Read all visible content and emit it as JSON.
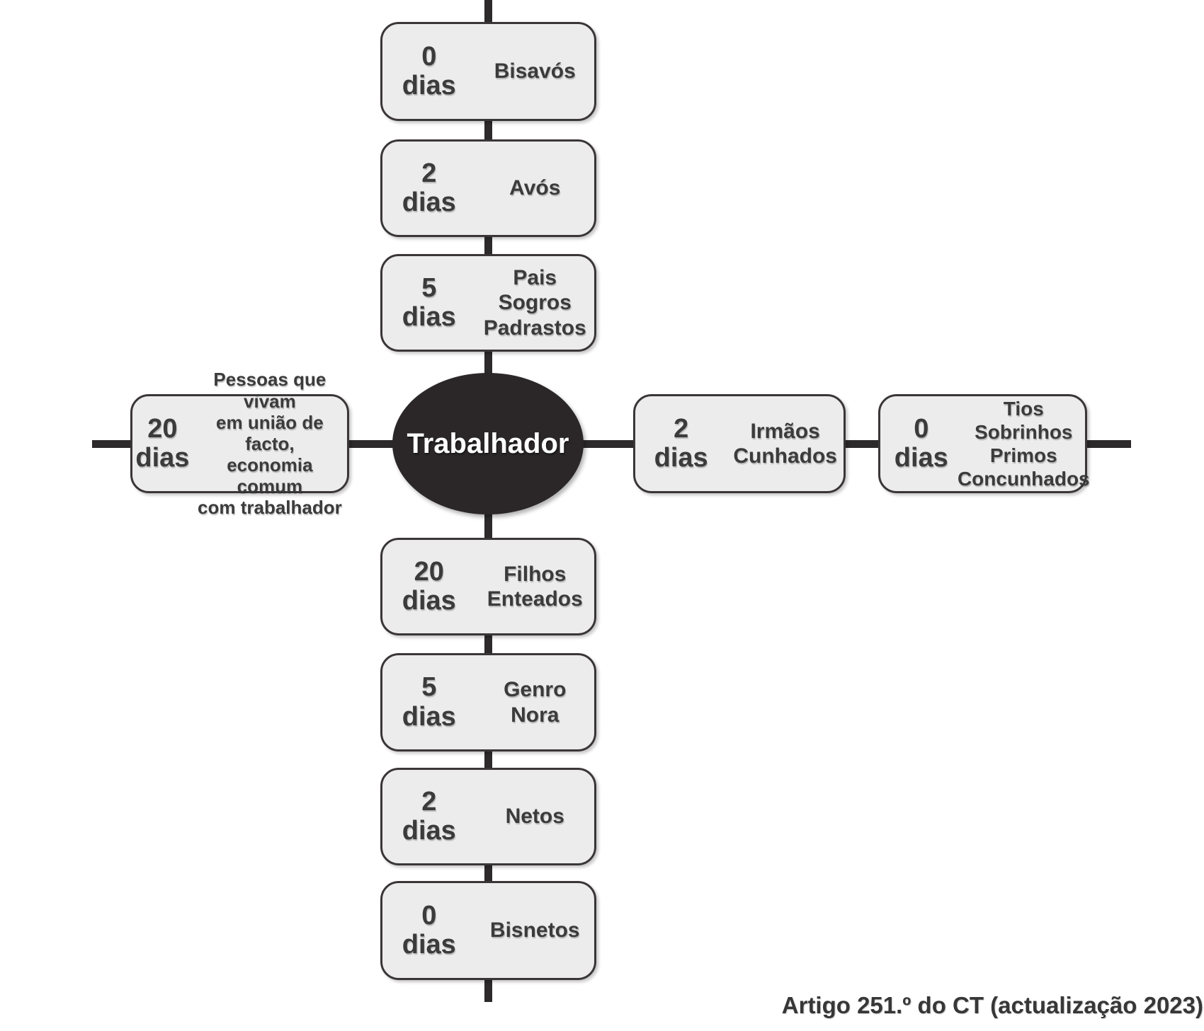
{
  "diagram": {
    "center": {
      "label": "Trabalhador"
    },
    "footer": "Artigo 251.º do CT (actualização 2023)",
    "colors": {
      "line": "#2d2a2b",
      "box_border": "#3a3637",
      "box_bg": "#ececec",
      "text": "#3b3b3b",
      "ellipse_bg": "#2b2728",
      "ellipse_text": "#ffffff"
    },
    "nodes": {
      "bisavos": {
        "days": "0",
        "unit": "dias",
        "lines": [
          "Bisavós"
        ]
      },
      "avos": {
        "days": "2",
        "unit": "dias",
        "lines": [
          "Avós"
        ]
      },
      "pais": {
        "days": "5",
        "unit": "dias",
        "lines": [
          "Pais",
          "Sogros",
          "Padrastos"
        ]
      },
      "uniao": {
        "days": "20",
        "unit": "dias",
        "lines": [
          "Pessoas que vivam",
          "em união de facto,",
          "economia comum",
          "com trabalhador"
        ]
      },
      "irmaos": {
        "days": "2",
        "unit": "dias",
        "lines": [
          "Irmãos",
          "Cunhados"
        ]
      },
      "tios": {
        "days": "0",
        "unit": "dias",
        "lines": [
          "Tios",
          "Sobrinhos",
          "Primos",
          "Concunhados"
        ]
      },
      "filhos": {
        "days": "20",
        "unit": "dias",
        "lines": [
          "Filhos",
          "Enteados"
        ]
      },
      "genro": {
        "days": "5",
        "unit": "dias",
        "lines": [
          "Genro",
          "Nora"
        ]
      },
      "netos": {
        "days": "2",
        "unit": "dias",
        "lines": [
          "Netos"
        ]
      },
      "bisnetos": {
        "days": "0",
        "unit": "dias",
        "lines": [
          "Bisnetos"
        ]
      }
    }
  }
}
